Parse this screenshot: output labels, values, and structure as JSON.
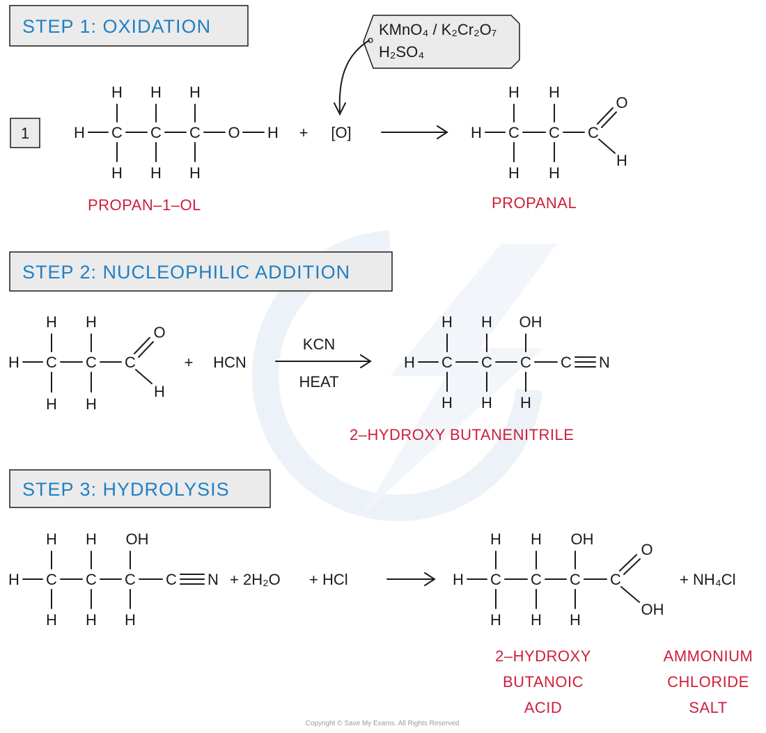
{
  "steps": [
    {
      "heading": "STEP 1: OXIDATION",
      "number": "1",
      "plus": "+",
      "oxidant": "[O]",
      "reagent_box": {
        "line1": "KMnO₄ / K₂Cr₂O₇",
        "line2": "H₂SO₄"
      },
      "reactant_name": "PROPAN–1–OL",
      "product_name": "PROPANAL"
    },
    {
      "heading": "STEP 2: NUCLEOPHILIC ADDITION",
      "plus": "+",
      "reagent": "HCN",
      "condition_above": "KCN",
      "condition_below": "HEAT",
      "product_name": "2–HYDROXY BUTANENITRILE"
    },
    {
      "heading": "STEP 3: HYDROLYSIS",
      "plus_water": "+ 2H₂O",
      "plus_acid": "+ HCl",
      "byproduct": "+ NH₄Cl",
      "product_name_lines": [
        "2–HYDROXY",
        "BUTANOIC",
        "ACID"
      ],
      "byproduct_name_lines": [
        "AMMONIUM",
        "CHLORIDE",
        "SALT"
      ]
    }
  ],
  "copyright": "Copyright © Save My Exams. All Rights Reserved",
  "colors": {
    "heading_text": "#1f7fc4",
    "name_text": "#cc1f3b",
    "box_fill": "#ebebeb",
    "watermark": "#dde8f3"
  }
}
